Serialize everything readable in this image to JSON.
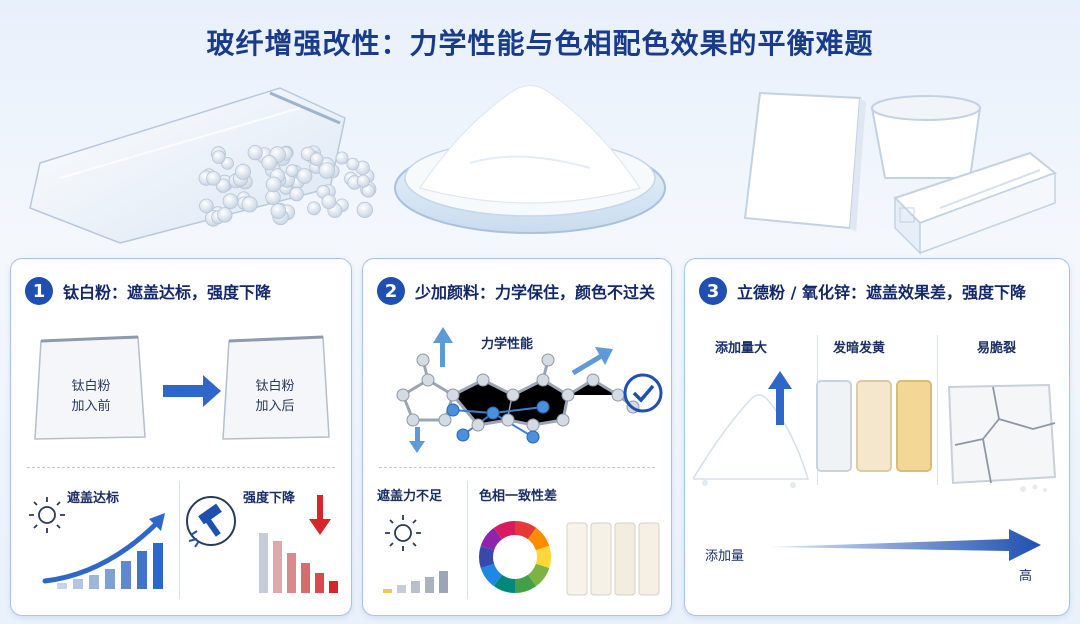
{
  "title": "玻纤增强改性：力学性能与色相配色效果的平衡难题",
  "panels": [
    {
      "number": "1",
      "title": "钛白粉：遮盖达标，强度下降",
      "bag_before": [
        "钛白粉",
        "加入前"
      ],
      "bag_after": [
        "钛白粉",
        "加入后"
      ],
      "left_label": "遮盖达标",
      "right_label": "强度下降"
    },
    {
      "number": "2",
      "title": "少加颜料：力学保住，颜色不过关",
      "molecule_label": "力学性能",
      "left_label": "遮盖力不足",
      "right_label": "色相一致性差"
    },
    {
      "number": "3",
      "title": "立德粉 / 氧化锌：遮盖效果差，强度下降",
      "col1_label": "添加量大",
      "col2_label": "发暗发黄",
      "col3_label": "易脆裂",
      "axis_label": "添加量",
      "axis_end": "高"
    }
  ],
  "colors": {
    "accent": "#1f4fb0",
    "bar_blue": "#2f67c8",
    "bar_red": "#d6262b",
    "check": "#1f4fb0"
  }
}
